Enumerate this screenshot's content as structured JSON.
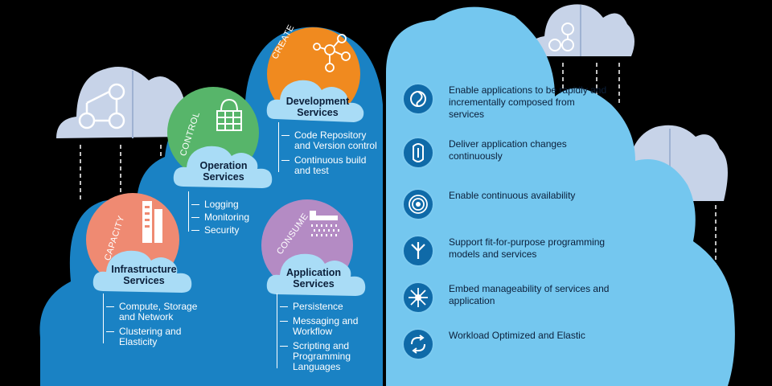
{
  "services": [
    {
      "title_line1": "Development",
      "title_line2": "Services",
      "arc_label": "CREATE",
      "items": [
        "Code Repository and Version control",
        "Continuous build and test"
      ]
    },
    {
      "title_line1": "Operation",
      "title_line2": "Services",
      "arc_label": "CONTROL",
      "items": [
        "Logging",
        "Monitoring",
        "Security"
      ]
    },
    {
      "title_line1": "Infrastructure",
      "title_line2": "Services",
      "arc_label": "CAPACITY",
      "items": [
        "Compute, Storage and Network",
        "Clustering and Elasticity"
      ]
    },
    {
      "title_line1": "Application",
      "title_line2": "Services",
      "arc_label": "CONSUME",
      "items": [
        "Persistence",
        "Messaging and Workflow",
        "Scripting and Programming Languages"
      ]
    }
  ],
  "benefits": [
    {
      "text": "Enable applications to be rapidly and incrementally composed from services",
      "icon": "swirl-icon"
    },
    {
      "text": "Deliver application changes continuously",
      "icon": "loop-arrows-icon"
    },
    {
      "text": "Enable continuous availability",
      "icon": "signal-rings-icon"
    },
    {
      "text": "Support fit-for-purpose programming models and services",
      "icon": "fork-arrows-icon"
    },
    {
      "text": "Embed manageability of services and application",
      "icon": "network-icon"
    },
    {
      "text": "Workload Optimized and Elastic",
      "icon": "circular-arrows-icon"
    }
  ],
  "colors": {
    "dark_cloud": "#1a82c4",
    "light_cloud": "#74c7ef",
    "service_cloud": "#a9dcf6",
    "orange": "#f08a1f",
    "green": "#57b56a",
    "salmon": "#ef8a72",
    "purple": "#b48bc4",
    "gray_cloud": "#c7d3e8"
  }
}
